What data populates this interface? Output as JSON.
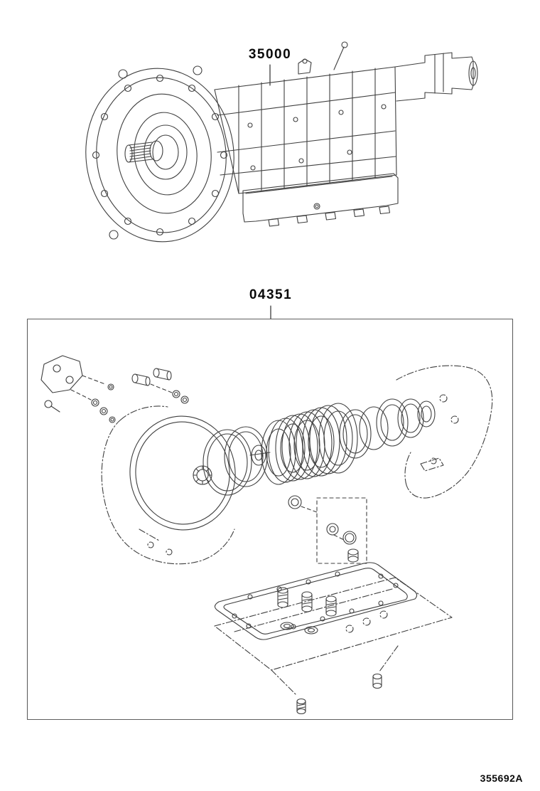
{
  "labels": {
    "assembly_part_number": "35000",
    "kit_part_number": "04351",
    "figure_code": "355692A"
  },
  "colors": {
    "line": "#3f3f3f",
    "label_text": "#0a0a0a",
    "box_border": "#5f5f5f",
    "background": "#ffffff"
  }
}
